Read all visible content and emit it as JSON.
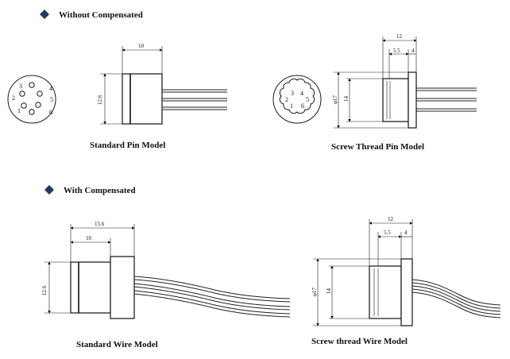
{
  "sections": {
    "without_compensated": "Without Compensated",
    "with_compensated": "With Compensated"
  },
  "accent_color": "#1f3a66",
  "icons": {
    "section_marker": "diamond-bullet-icon"
  },
  "models": {
    "standard_pin": {
      "caption": "Standard Pin Model",
      "dim_length": "10",
      "dim_height": "12.6",
      "pins": [
        "1",
        "2",
        "3",
        "4",
        "5",
        "6"
      ]
    },
    "screw_thread_pin": {
      "caption": "Screw Thread Pin Model",
      "dim_total": "12",
      "dim_thread": "5.5",
      "dim_flange": "4",
      "dim_diameter": "φ17",
      "dim_inner": "14",
      "pins": [
        "1",
        "2",
        "3",
        "4",
        "5",
        "6"
      ]
    },
    "standard_wire": {
      "caption": "Standard Wire Model",
      "dim_total": "15.6",
      "dim_length": "10",
      "dim_height": "12.6"
    },
    "screw_thread_wire": {
      "caption": "Screw thread Wire Model",
      "dim_total": "12",
      "dim_thread": "5.5",
      "dim_flange": "4",
      "dim_diameter": "φ17",
      "dim_inner": "14"
    }
  }
}
